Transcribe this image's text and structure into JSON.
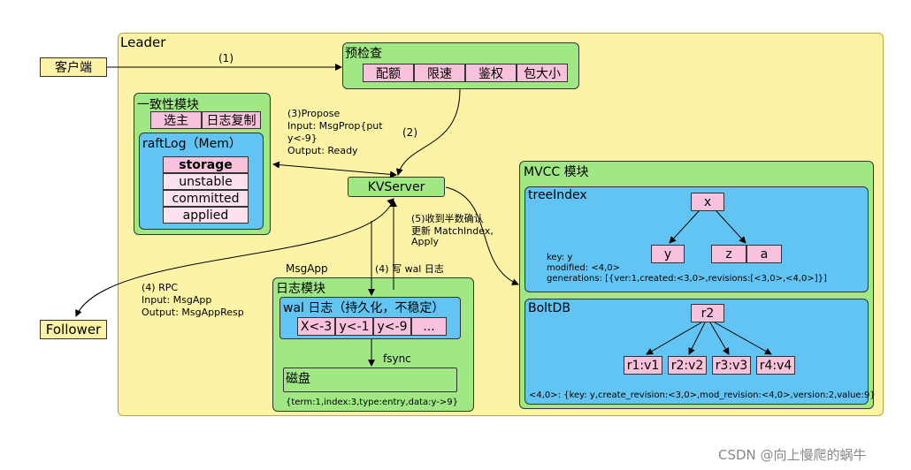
{
  "leader": {
    "title": "Leader"
  },
  "client": {
    "label": "客户端"
  },
  "follower": {
    "label": "Follower"
  },
  "precheck": {
    "title": "预检查",
    "items": [
      "配额",
      "限速",
      "鉴权",
      "包大小"
    ]
  },
  "consensus": {
    "title": "一致性模块",
    "items": [
      "选主",
      "日志复制"
    ],
    "raftlog": {
      "title": "raftLog（Mem）",
      "rows": [
        "storage",
        "unstable",
        "committed",
        "applied"
      ]
    }
  },
  "kvserver": {
    "label": "KVServer"
  },
  "edges": {
    "e1": "(1)",
    "e2": "(2)",
    "e3": [
      "(3)Propose",
      "Input: MsgProp{put",
      "y<-9}",
      "Output: Ready"
    ],
    "e4_rpc": [
      "(4) RPC",
      "Input: MsgApp",
      "Output: MsgAppResp"
    ],
    "e4_wal": "(4) 写 wal 日志",
    "e5": [
      "(5)收到半数确认",
      "更新 MatchIndex,",
      "Apply"
    ],
    "msgapp": "MsgApp",
    "fsync": "fsync"
  },
  "log_module": {
    "title": "日志模块",
    "wal": {
      "title": "wal 日志（持久化，不稳定）",
      "cells": [
        "X<-3",
        "y<-1",
        "y<-9",
        "..."
      ]
    },
    "disk": {
      "title": "磁盘",
      "record": "{term:1,index:3,type:entry,data:y->9}"
    }
  },
  "mvcc": {
    "title": "MVCC 模块",
    "treeindex": {
      "title": "treeIndex",
      "nodes": [
        "x",
        "y",
        "z",
        "a"
      ],
      "info": [
        "key: y",
        "modified: <4,0>",
        "generations: [{ver:1,created:<3,0>,revisions:[<3,0>,<4,0>]}]"
      ]
    },
    "boltdb": {
      "title": "BoltDB",
      "root": "r2",
      "leaves": [
        "r1:v1",
        "r2:v2",
        "r3:v3",
        "r4:v4"
      ],
      "record": "<4,0>: {key: y,create_revision:<3,0>,mod_revision:<4,0>,version:2,value:9}"
    }
  },
  "watermark": "CSDN @向上慢爬的蜗牛"
}
